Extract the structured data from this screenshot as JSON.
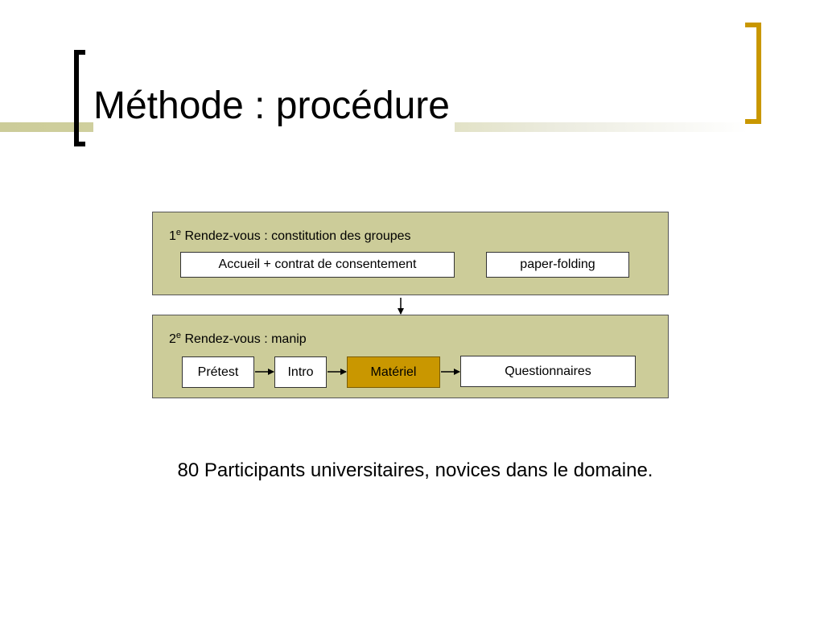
{
  "slide": {
    "title": "Méthode : procédure",
    "summary": "80 Participants universitaires, novices dans le domaine."
  },
  "diagram": {
    "group1": {
      "label_number": "1",
      "label_sup": "e",
      "label_text": " Rendez-vous : constitution des groupes",
      "steps": [
        "Accueil + contrat de consentement",
        "paper-folding"
      ]
    },
    "group2": {
      "label_number": "2",
      "label_sup": "e",
      "label_text": " Rendez-vous : manip",
      "steps": [
        "Prétest",
        "Intro",
        "Matériel",
        "Questionnaires"
      ]
    }
  },
  "colors": {
    "group_fill": "#cccc99",
    "accent_gold": "#c99700",
    "title_rule": "#cccc99"
  }
}
